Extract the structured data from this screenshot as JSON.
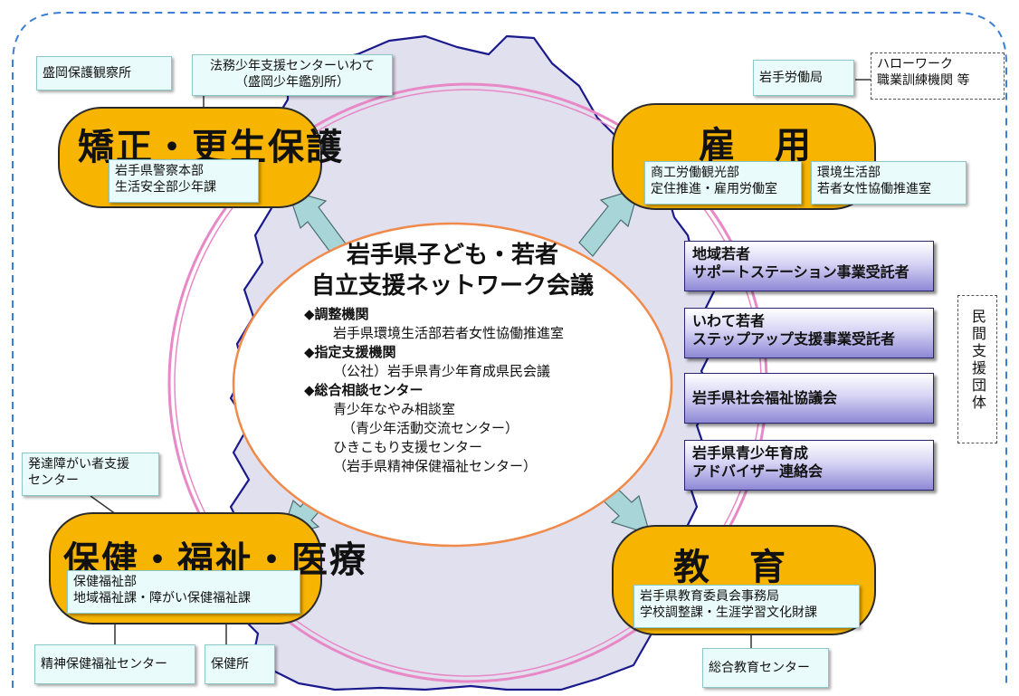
{
  "center": {
    "title_line1": "岩手県子ども・若者",
    "title_line2": "自立支援ネットワーク会議",
    "items": [
      {
        "head": "◆調整機関",
        "subs": [
          "岩手県環境生活部若者女性協働推進室"
        ]
      },
      {
        "head": "◆指定支援機関",
        "subs": [
          "（公社）岩手県青少年育成県民会議"
        ]
      },
      {
        "head": "◆総合相談センター",
        "subs": [
          "青少年なやみ相談室",
          "（青少年活動交流センター）",
          "ひきこもり支援センター",
          "（岩手県精神保健福祉センター）"
        ]
      }
    ]
  },
  "correction": {
    "title": "矯正・更生保護",
    "inner": [
      "岩手県警察本部",
      "生活安全部少年課"
    ],
    "morioka_probation": "盛岡保護観察所",
    "juvenile_center": [
      "法務少年支援センターいわて",
      "（盛岡少年鑑別所）"
    ]
  },
  "employment": {
    "title": "雇　用",
    "inner": [
      "商工労働観光部",
      "定住推進・雇用労働室"
    ],
    "env_dept": [
      "環境生活部",
      "若者女性協働推進室"
    ],
    "labor_bureau": "岩手労働局",
    "hellowork": [
      "ハローワーク",
      "職業訓練機関 等"
    ]
  },
  "welfare": {
    "title": "保健・福祉・医療",
    "inner": [
      "保健福祉部",
      "地域福祉課・障がい保健福祉課"
    ],
    "dev_support": [
      "発達障がい者支援",
      "センター"
    ],
    "mental_center": "精神保健福祉センター",
    "health_office": "保健所"
  },
  "education": {
    "title": "教　育",
    "inner": [
      "岩手県教育委員会事務局",
      "学校調整課・生涯学習文化財課"
    ],
    "general_center": "総合教育センター"
  },
  "private_orgs": [
    [
      "地域若者",
      "サポートステーション事業受託者"
    ],
    [
      "いわて若者",
      "ステップアップ支援事業受託者"
    ],
    [
      "岩手県社会福祉協議会"
    ],
    [
      "岩手県青少年育成",
      "アドバイザー連絡会"
    ]
  ],
  "private_label": "民間支援団体",
  "colors": {
    "pill": "#f7b400",
    "ring": "#e888c6",
    "map_fill": "#e1e0ee",
    "map_stroke": "#1a1a8c",
    "arrow": "#a8d6d8",
    "center_border": "#f08a4b",
    "outer_dash": "#3d7fd6"
  }
}
